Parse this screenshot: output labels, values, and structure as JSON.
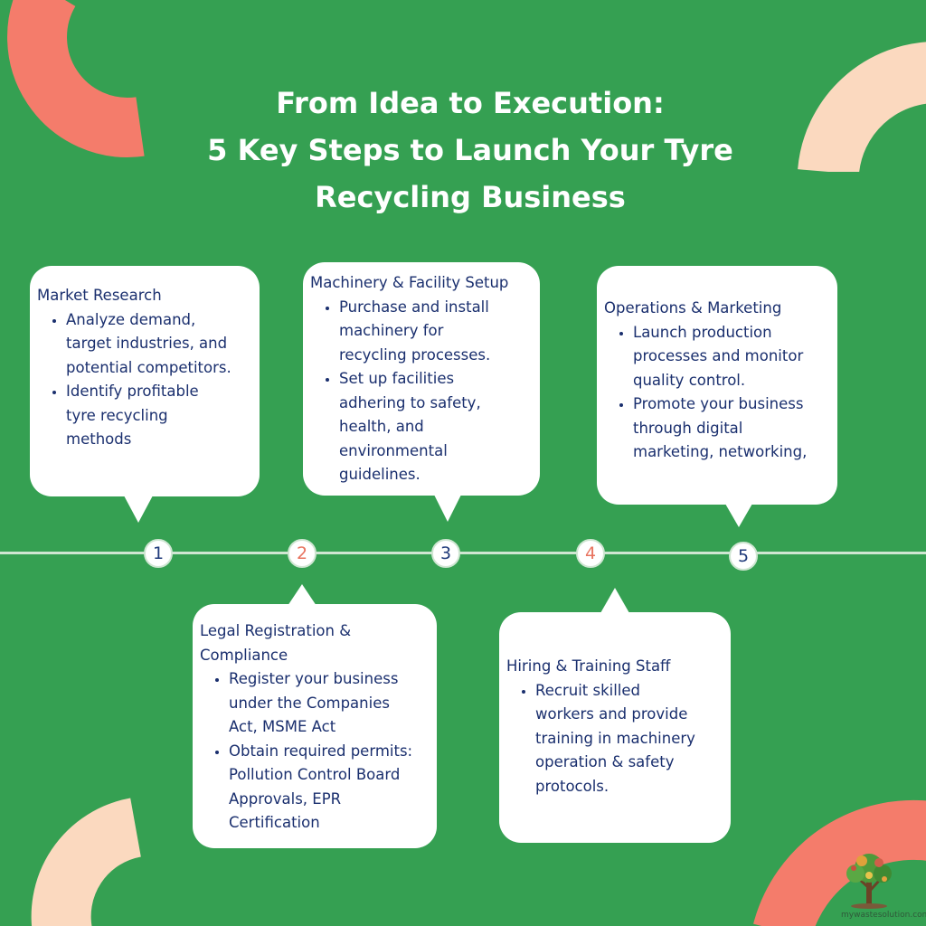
{
  "title": {
    "line1": "From Idea to Execution:",
    "line2": "5 Key Steps to Launch Your Tyre",
    "line3": "Recycling Business"
  },
  "colors": {
    "background": "#35a052",
    "coral": "#f47c6b",
    "peach": "#fbd9bf",
    "text_navy": "#1a2f6e",
    "marker_red": "#e8735f",
    "marker_navy": "#1f3a7a"
  },
  "steps": [
    {
      "number": "1",
      "heading": "Market Research",
      "bullets": [
        [
          "Analyze demand,",
          "target industries, and",
          "potential competitors."
        ],
        [
          "Identify profitable",
          "tyre recycling",
          "methods"
        ]
      ]
    },
    {
      "number": "2",
      "heading_lines": [
        "Legal Registration &",
        "Compliance"
      ],
      "bullets": [
        [
          "Register your business",
          "under the Companies",
          "Act, MSME Act"
        ],
        [
          "Obtain required permits:",
          "Pollution Control Board",
          "Approvals, EPR",
          "Certification"
        ]
      ]
    },
    {
      "number": "3",
      "heading": "Machinery & Facility Setup",
      "bullets": [
        [
          "Purchase and install",
          "machinery for",
          "recycling processes."
        ],
        [
          "Set up facilities",
          "adhering to safety,",
          "health, and",
          "environmental",
          "guidelines."
        ]
      ]
    },
    {
      "number": "4",
      "heading": "Hiring & Training Staff",
      "bullets": [
        [
          "Recruit skilled",
          "workers and provide",
          "training in machinery",
          "operation & safety",
          "protocols."
        ]
      ]
    },
    {
      "number": "5",
      "heading": "Operations & Marketing",
      "bullets": [
        [
          "Launch production",
          "processes and monitor",
          "quality control."
        ],
        [
          "Promote your business",
          "through digital",
          "marketing, networking,"
        ]
      ]
    }
  ],
  "logo": {
    "icon": "tree-icon",
    "text": "mywastesolution.com"
  }
}
